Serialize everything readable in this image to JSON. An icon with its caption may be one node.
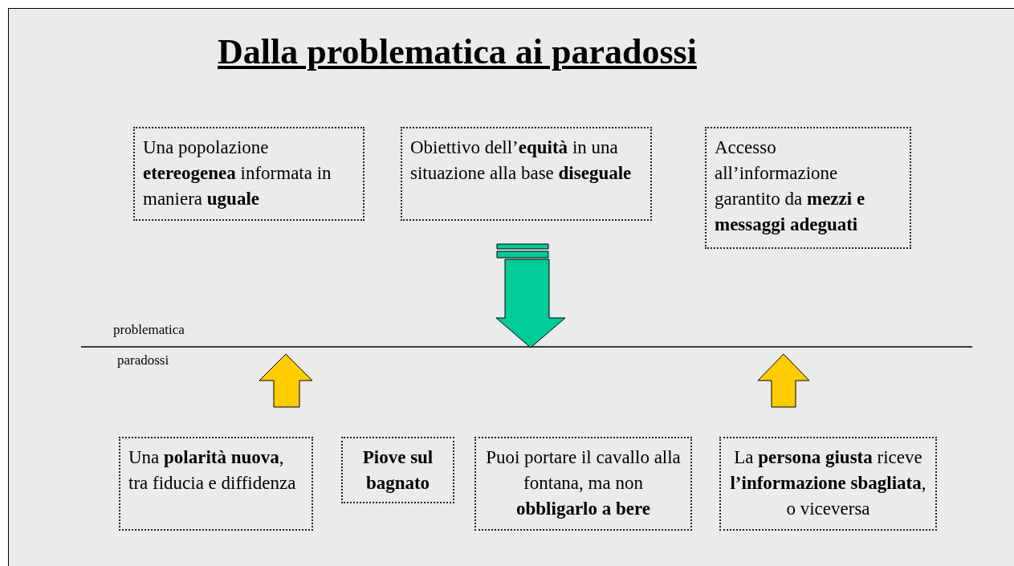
{
  "diagram": {
    "title": "Dalla problematica ai paradossi",
    "nodes": [
      {
        "text": [
          "Una popolazione **etereogenea** informata in maniera **uguale**"
        ]
      },
      {
        "text": [
          "Obiettivo dell’**equità** in una situazione alla base **diseguale**"
        ]
      },
      {
        "text": [
          "Accesso all’informazione garantito da **mezzi e messaggi adeguati**"
        ]
      },
      {
        "text": [
          "Una **polarità nuova**, tra fiducia e diffidenza"
        ]
      },
      {
        "text": [
          "Piove sul bagnato"
        ]
      },
      {
        "text": [
          "Puoi portare il cavallo alla fontana, ma non **obbligarlo a bere**"
        ]
      },
      {
        "text": [
          "La **persona giusta** riceve **l’informazione sbagliata**, o viceversa"
        ]
      }
    ],
    "edges": [
      {
        "from": 1,
        "to": null,
        "arrow": "to",
        "color": "#00cc99"
      },
      {
        "from": 3,
        "to": null,
        "arrow": "to"
      },
      {
        "from": 6,
        "to": null,
        "arrow": "to"
      }
    ],
    "labels": [
      "problematica",
      "paradossi"
    ]
  }
}
